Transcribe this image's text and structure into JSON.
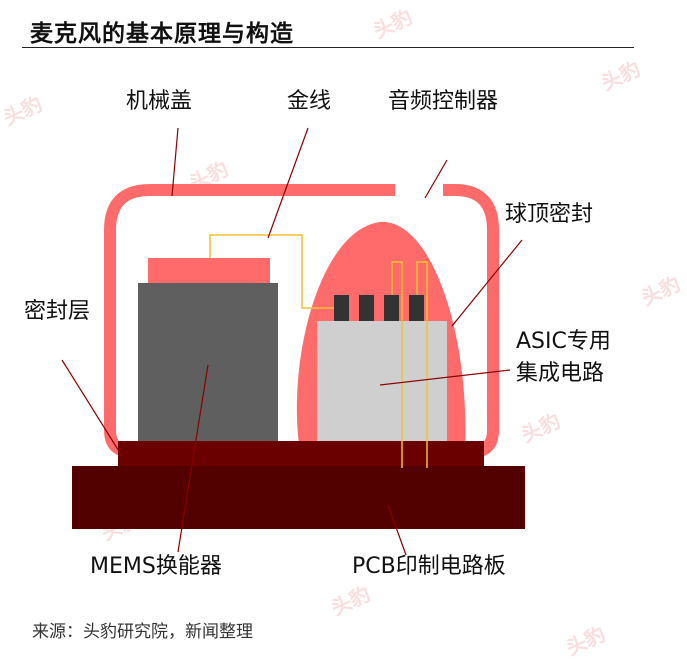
{
  "title": "麦克风的基本原理与构造",
  "labels": {
    "cover": "机械盖",
    "gold_wire": "金线",
    "sound_port": "音频控制器",
    "dome_seal": "球顶密封",
    "seal_layer": "密封层",
    "asic_line1": "ASIC专用",
    "asic_line2": "集成电路",
    "mems": "MEMS换能器",
    "pcb": "PCB印制电路板"
  },
  "source": "来源：头豹研究院，新闻整理",
  "watermark": "头豹",
  "colors": {
    "cover": "#ff6b6b",
    "dome": "#ff6b6b",
    "mems_body": "#5f5f5f",
    "mems_top": "#ff6b6b",
    "asic": "#cfcfcf",
    "asic_pins": "#333333",
    "sub_board": "#6a0000",
    "pcb": "#520000",
    "gold_wire": "#f2c230",
    "leader": "#8b0000"
  }
}
